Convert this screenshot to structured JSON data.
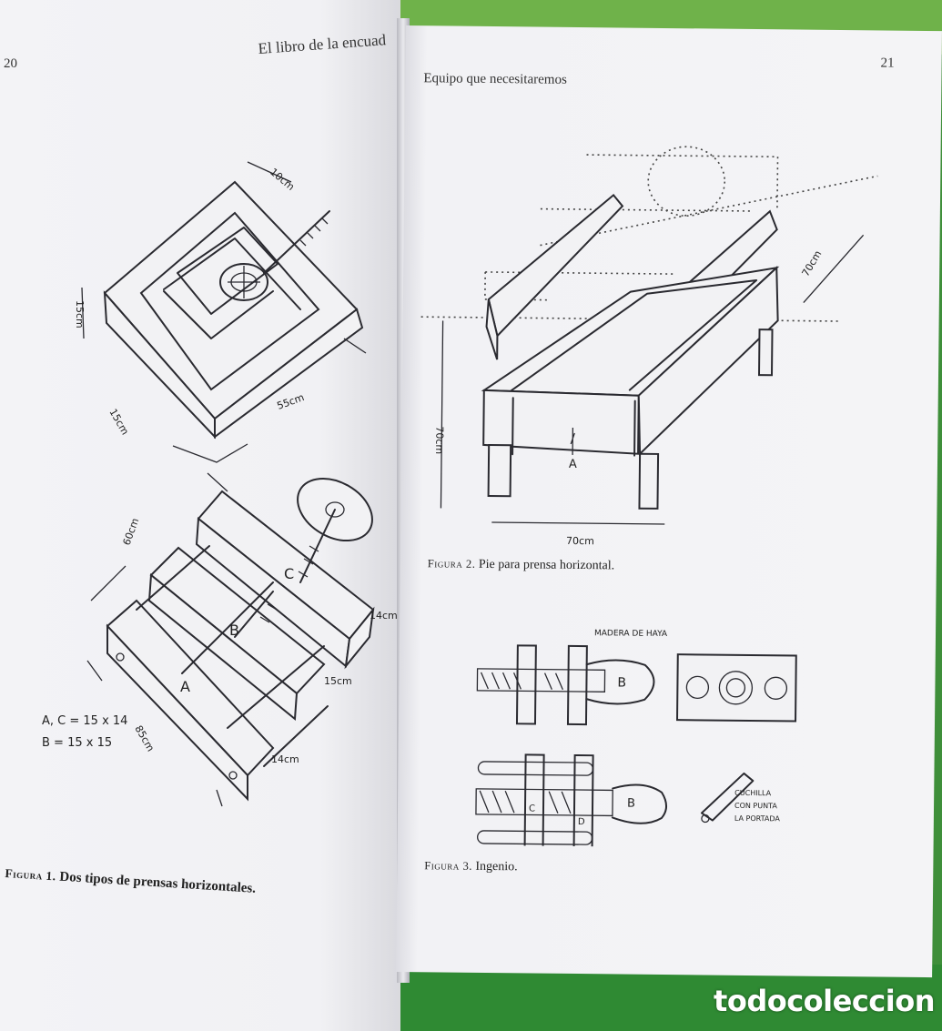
{
  "left_page": {
    "page_number": "20",
    "running_header": "El libro de la encuad",
    "figure_label": "Figura 1.",
    "figure_caption": "Dos tipos de prensas horizontales.",
    "sketch_labels": {
      "top_dim": "10cm",
      "side_dim": "15cm",
      "front_dim": "55cm",
      "block_c": "C",
      "block_b": "B",
      "block_a": "A",
      "len_60": "60cm",
      "dim_14": "14cm",
      "dim_15": "15cm",
      "dim_14b": "14cm",
      "len_85": "85cm",
      "spec_ac": "A, C = 15 x 14",
      "spec_b": "B = 15 x 15"
    }
  },
  "right_page": {
    "page_number": "21",
    "running_header": "Equipo que necesitaremos",
    "figure2_label": "Figura 2.",
    "figure2_caption": "Pie para prensa horizontal.",
    "figure3_label": "Figura 3.",
    "figure3_caption": "Ingenio.",
    "sketch_labels": {
      "width_dim": "70cm",
      "depth_dim": "70cm",
      "height_dim": "70cm",
      "mark_a": "A",
      "wood_note": "MADERA DE HAYA",
      "handle_b": "B",
      "handle_b2": "B",
      "part_c": "C",
      "part_d": "D",
      "cuchilla_1": "CUCHILLA",
      "cuchilla_2": "CON PUNTA",
      "cuchilla_3": "LA PORTADA"
    }
  },
  "watermark": "todocoleccion"
}
